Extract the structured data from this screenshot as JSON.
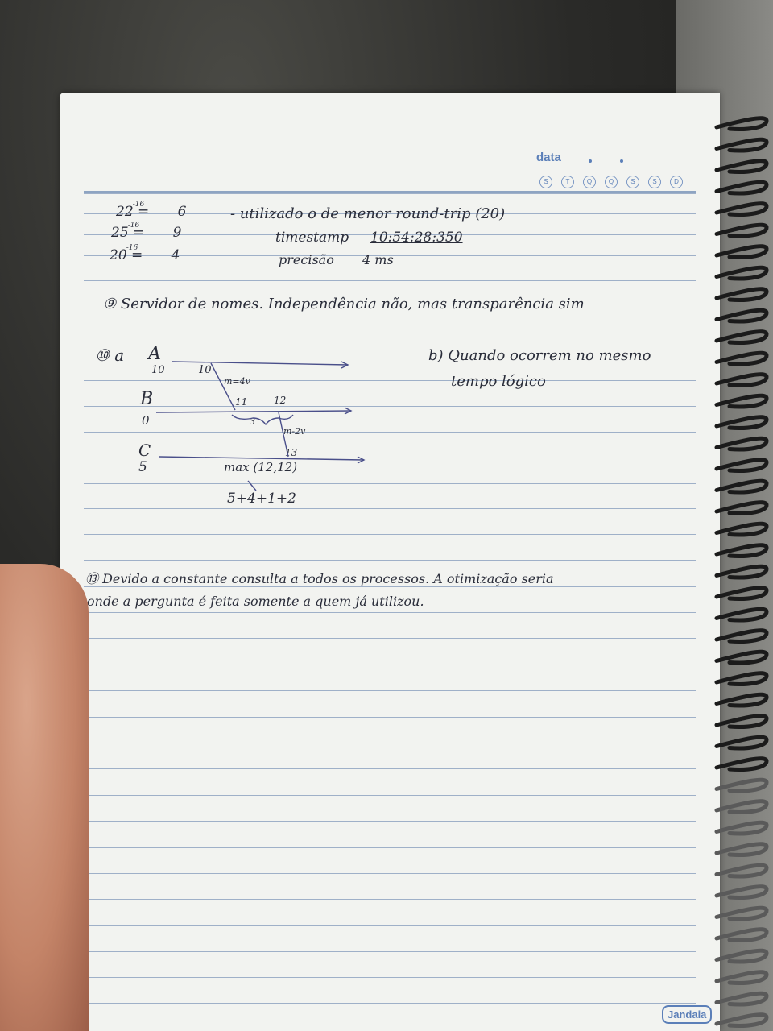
{
  "brand": {
    "data_label": "data",
    "weekdays": [
      "S",
      "T",
      "Q",
      "Q",
      "S",
      "S",
      "D"
    ],
    "logo": "Jandaia"
  },
  "notes": {
    "top_values": [
      {
        "left": "22 =",
        "sup": "-16",
        "right": "6"
      },
      {
        "left": "25 =",
        "sup": "-16",
        "right": "9"
      },
      {
        "left": "20 =",
        "sup": "-16",
        "right": "4"
      }
    ],
    "line_util": "- utilizado o de menor round-trip (20)",
    "timestamp_label": "timestamp",
    "timestamp_value": "10:54:28:350",
    "precisao_label": "precisão",
    "precisao_value": "4 ms",
    "q9": "⑨ Servidor de nomes. Independência não, mas transparência sim",
    "q10_label": "⑩ a",
    "process_a": "A",
    "process_a_val": "10",
    "process_a_send": "10",
    "process_b": "B",
    "process_b_val": "0",
    "process_c": "C",
    "process_c_val": "5",
    "msg1": "m=4v",
    "b_recv": "11",
    "b_send": "12",
    "brace_val": "3",
    "msg2": "m-2v",
    "c_recv": "13",
    "max_expr": "max (12,12)",
    "sum_expr": "5+4+1+2",
    "q10b_line1": "b) Quando ocorrem no mesmo",
    "q10b_line2": "tempo lógico",
    "q13_line1": "⑬ Devido a constante consulta a todos os processos. A otimização seria",
    "q13_line2": "onde a pergunta é feita somente a quem já utilizou."
  }
}
